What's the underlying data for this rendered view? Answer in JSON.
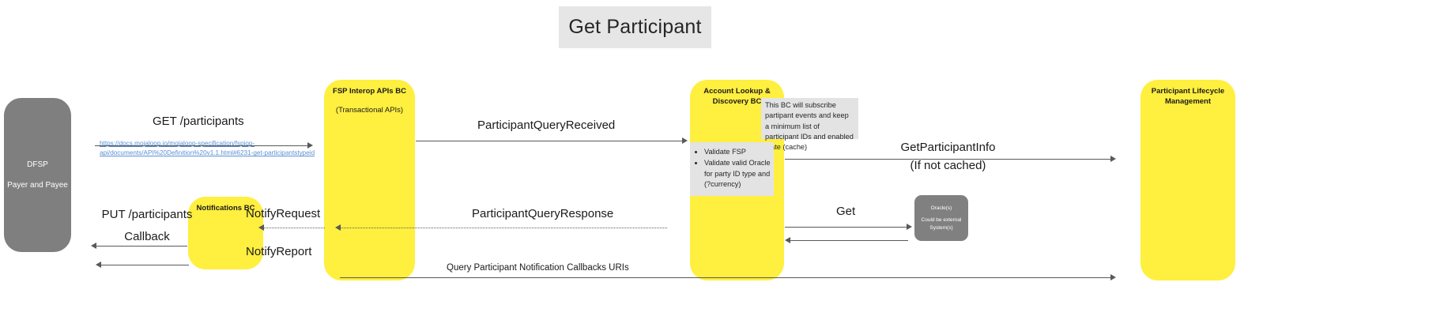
{
  "title": "Get Participant",
  "lanes": {
    "dfsp": {
      "name": "DFSP",
      "subtitle": "Payer and Payee"
    },
    "fsp_interop": {
      "name": "FSP Interop APIs BC",
      "subtitle": "(Transactional APIs)"
    },
    "notifications": {
      "name": "Notifications BC"
    },
    "account_lookup": {
      "name": "Account Lookup & Discovery BC"
    },
    "participant_lifecycle": {
      "name": "Participant Lifecycle Management"
    },
    "oracle": {
      "name": "Oracle(s)",
      "subtitle": "Could be external System(s)"
    }
  },
  "notes": {
    "cache": "This BC will subscribe partipant events and keep a minimum list of participant IDs and enabled state (cache)",
    "validate_items": [
      "Validate FSP",
      "Validate valid Oracle for party ID type and (?currency)"
    ]
  },
  "messages": {
    "get_participants": "GET /participants",
    "spec_link": {
      "line1": "https://docs.mojaloop.io/mojaloop-specification/fspiop-",
      "line2": "api/documents/API%20Definition%20v1.1.html#6231-get-participantstypeid"
    },
    "participant_query_received": "ParticipantQueryReceived",
    "get_participant_info": "GetParticipantInfo",
    "get_participant_info_note": "(If not cached)",
    "put_participants": "PUT /participants",
    "put_participants_callback": "Callback",
    "notify_request": "NotifyRequest",
    "notify_report": "NotifyReport",
    "participant_query_response": "ParticipantQueryResponse",
    "get": "Get",
    "query_participant_notification": "Query Participant Notification Callbacks URIs"
  },
  "colors": {
    "lane_yellow": "#ffef3f",
    "lane_gray": "#7f7f7f",
    "note_gray": "#e3e3e3",
    "title_bg": "#e6e6e6",
    "link": "#5b8fd6",
    "line": "#595959"
  }
}
